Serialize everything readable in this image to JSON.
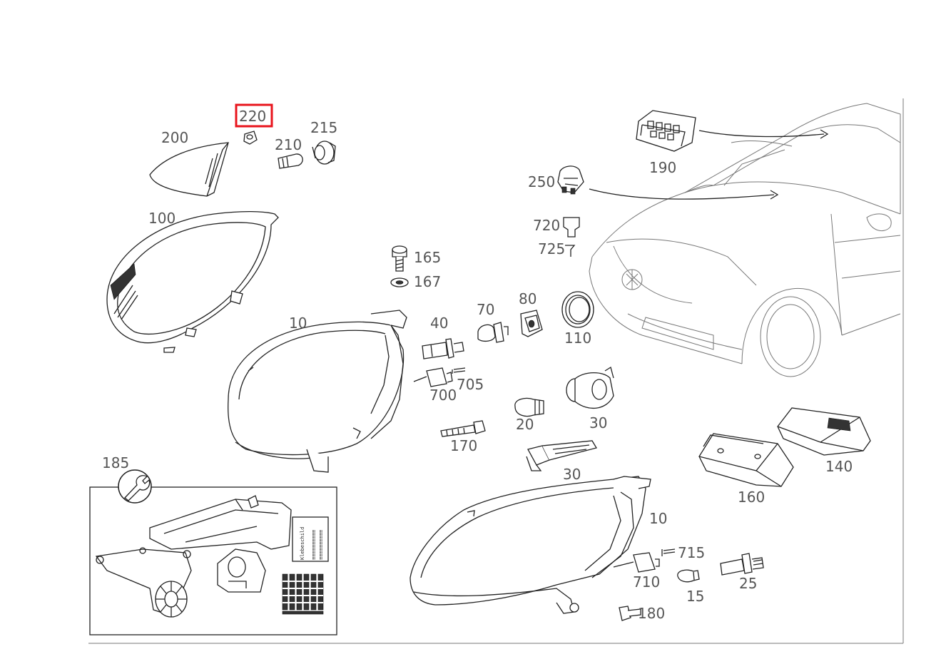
{
  "highlight_part": "220",
  "highlight_color": "#e8141c",
  "callouts": {
    "p220": "220",
    "p200": "200",
    "p210": "210",
    "p215": "215",
    "p100": "100",
    "p190": "190",
    "p250": "250",
    "p720": "720",
    "p725": "725",
    "p165": "165",
    "p167": "167",
    "p10_top": "10",
    "p40": "40",
    "p70": "70",
    "p80": "80",
    "p110": "110",
    "p700": "700",
    "p705": "705",
    "p20": "20",
    "p30_top": "30",
    "p170": "170",
    "p30_bottom": "30",
    "p160": "160",
    "p140": "140",
    "p185": "185",
    "p10_bottom": "10",
    "p715": "715",
    "p710": "710",
    "p15": "15",
    "p25": "25",
    "p180": "180"
  },
  "inset_label_text": "Klebeschild"
}
